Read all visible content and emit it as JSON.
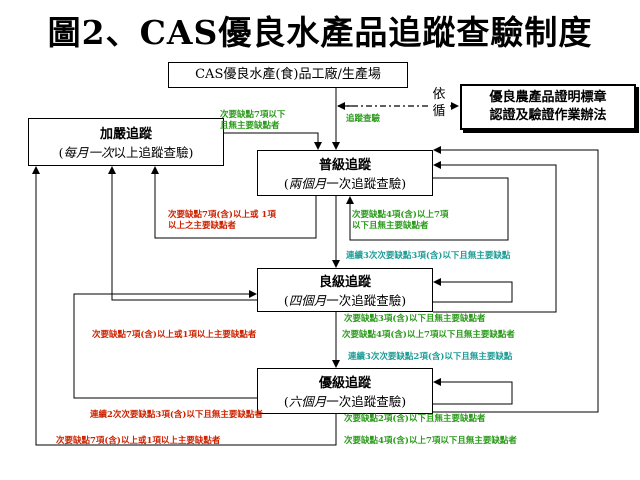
{
  "title": "圖2、CAS優良水產品追蹤查驗制度",
  "boxes": {
    "factory": "CAS優良水產(食)品工廠/生產場",
    "strict": {
      "name": "加嚴追蹤",
      "freq_em": "每月一次",
      "freq_rest": "以上追蹤查驗)"
    },
    "normal": {
      "name": "普級追蹤",
      "freq_em": "兩個月",
      "freq_rest": "一次追蹤查驗)"
    },
    "good": {
      "name": "良級追蹤",
      "freq_em": "四個月",
      "freq_rest": "一次追蹤查驗)"
    },
    "excellent": {
      "name": "優級追蹤",
      "freq_em": "六個月",
      "freq_rest": "一次追蹤查驗)"
    },
    "regulation": {
      "line1": "優良農產品證明標章",
      "line2": "認證及驗證作業辦法"
    }
  },
  "basis_label": "依循",
  "paren_open": "(",
  "labels": {
    "to_strict_top_l1": "次要缺點7項以下",
    "to_strict_top_l2": "且無主要缺點者",
    "tracking_check": "追蹤查驗",
    "normal_to_strict_l1": "次要缺點7項(含)以上或 1項",
    "normal_to_strict_l2": "以上之主要缺點者",
    "normal_stay_l1": "次要缺點4項(含)以上7項",
    "normal_stay_l2": "以下且無主要缺點者",
    "normal_to_good": "連續3次次要缺點3項(含)以下且無主要缺點",
    "good_stay_upper": "次要缺點3項(含)以下且無主要缺點者",
    "good_to_strict": "次要缺點7項(含)以上或1項以上主要缺點者",
    "good_to_normal": "次要缺點4項(含)以上7項以下且無主要缺點者",
    "good_to_excellent": "連續3次次要缺點2項(含)以下且無主要缺點",
    "excellent_to_good": "連續2次次要缺點3項(含)以下且無主要缺點者",
    "excellent_stay": "次要缺點2項(含)以下且無主要缺點者",
    "excellent_to_strict": "次要缺點7項(含)以上或1項以上主要缺點者",
    "excellent_to_normal": "次要缺點4項(含)以上7項以下且無主要缺點者"
  },
  "colors": {
    "red": "#cc2200",
    "green": "#2a9a1a",
    "teal": "#1f9c96"
  }
}
